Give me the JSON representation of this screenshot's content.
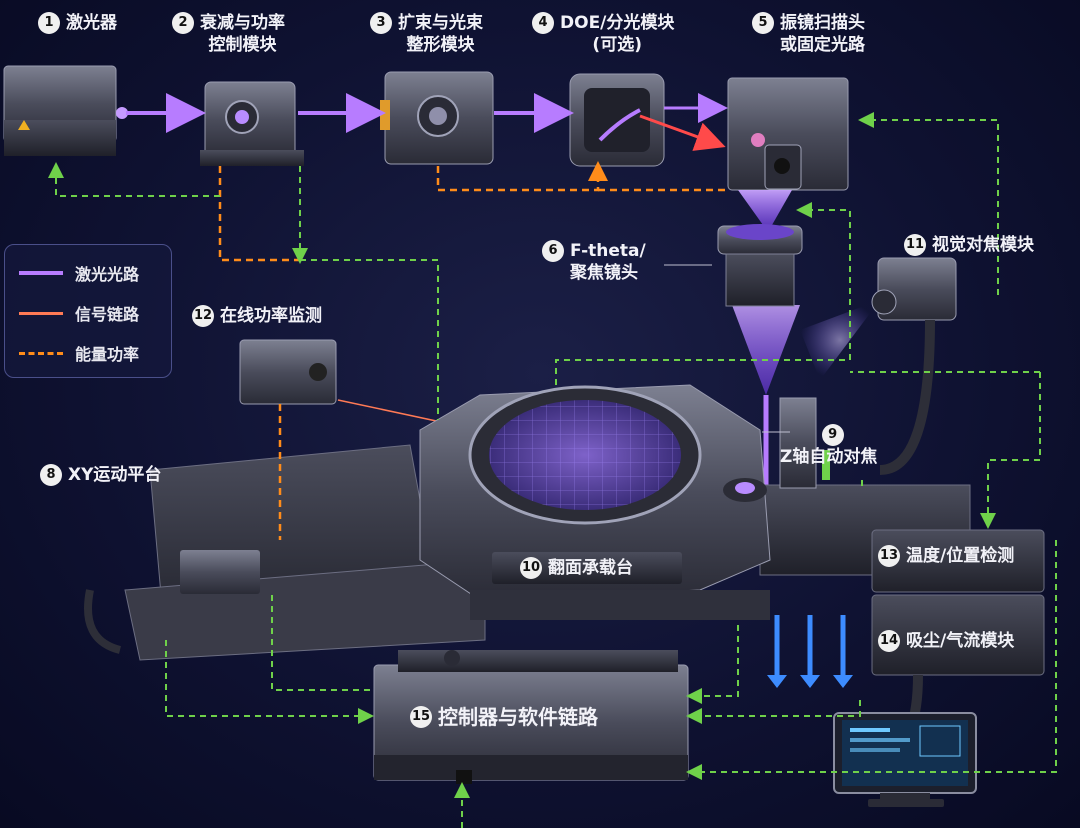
{
  "modules": [
    {
      "num": "1",
      "lines": [
        "激光器"
      ]
    },
    {
      "num": "2",
      "lines": [
        "衰减与功率",
        "控制模块"
      ]
    },
    {
      "num": "3",
      "lines": [
        "扩束与光束",
        "整形模块"
      ]
    },
    {
      "num": "4",
      "lines": [
        "DOE/分光模块",
        "(可选)"
      ]
    },
    {
      "num": "5",
      "lines": [
        "振镜扫描头",
        "或固定光路"
      ]
    },
    {
      "num": "6",
      "lines": [
        "F-theta/",
        "聚焦镜头"
      ]
    },
    {
      "num": "8",
      "lines": [
        "XY运动平台"
      ]
    },
    {
      "num": "9",
      "lines": [
        "Z轴自动对焦"
      ]
    },
    {
      "num": "10",
      "lines": [
        "翻面承载台"
      ]
    },
    {
      "num": "11",
      "lines": [
        "视觉对焦模块"
      ]
    },
    {
      "num": "12",
      "lines": [
        "在线功率监测"
      ]
    },
    {
      "num": "13",
      "lines": [
        "温度/位置检测"
      ]
    },
    {
      "num": "14",
      "lines": [
        "吸尘/气流模块"
      ]
    },
    {
      "num": "15",
      "lines": [
        "控制器与软件链路"
      ]
    }
  ],
  "legend": [
    {
      "label": "激光光路",
      "color": "#b77cff",
      "style": "solid"
    },
    {
      "label": "信号链路",
      "color": "#ff7a55",
      "style": "solid"
    },
    {
      "label": "能量功率",
      "color": "#ff8c1a",
      "style": "dashed"
    }
  ],
  "colors": {
    "laser": "#a06bff",
    "signal": "#ff7a55",
    "power": "#ff8c1a",
    "control": "#6fd14a",
    "airflow": "#3d8cff"
  }
}
